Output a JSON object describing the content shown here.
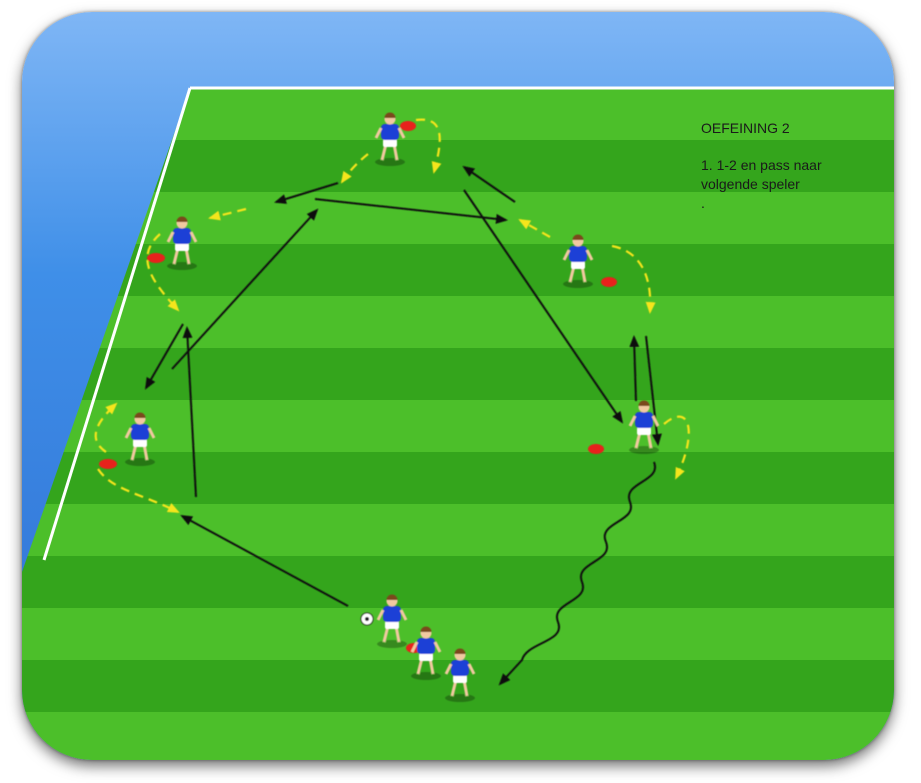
{
  "caption": {
    "title": "OEFEINING 2",
    "step_1": "1. 1-2 en pass naar",
    "step_1_cont": "volgende speler",
    "step_2": "."
  },
  "colors": {
    "sky_top": "#7fb6f5",
    "sky_bottom": "#2f6fd3",
    "grass_light": "#4cbf2a",
    "grass_dark": "#2f9c18",
    "jersey": "#1f3fd6",
    "shorts": "#ffffff",
    "cone": "#e8201a",
    "pass_arrow": "#111111",
    "run_arrow": "#f5e51a"
  },
  "icons": [
    "player-icon",
    "cone-icon",
    "ball-icon"
  ]
}
